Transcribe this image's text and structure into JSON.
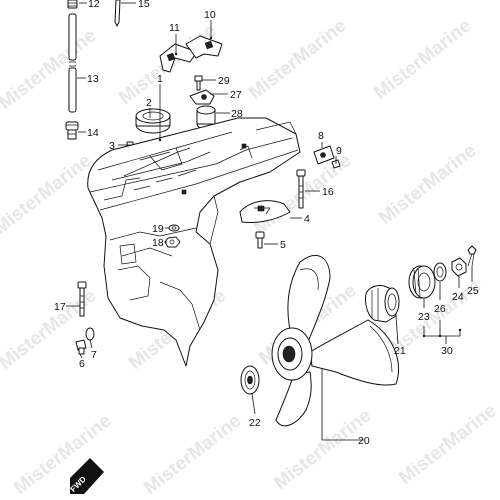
{
  "diagram": {
    "watermark_text": "MisterMarine",
    "fwd_label": "FWD",
    "callouts": [
      {
        "id": "c1",
        "label": "1"
      },
      {
        "id": "c2",
        "label": "2"
      },
      {
        "id": "c3",
        "label": "3"
      },
      {
        "id": "c4",
        "label": "4"
      },
      {
        "id": "c5",
        "label": "5"
      },
      {
        "id": "c6",
        "label": "6"
      },
      {
        "id": "c7",
        "label": "7"
      },
      {
        "id": "c8",
        "label": "8"
      },
      {
        "id": "c9",
        "label": "9"
      },
      {
        "id": "c10",
        "label": "10"
      },
      {
        "id": "c11",
        "label": "11"
      },
      {
        "id": "c12",
        "label": "12"
      },
      {
        "id": "c13",
        "label": "13"
      },
      {
        "id": "c14",
        "label": "14"
      },
      {
        "id": "c15",
        "label": "15"
      },
      {
        "id": "c16",
        "label": "16"
      },
      {
        "id": "c17",
        "label": "17"
      },
      {
        "id": "c18",
        "label": "18"
      },
      {
        "id": "c19",
        "label": "19"
      },
      {
        "id": "c20",
        "label": "20"
      },
      {
        "id": "c21",
        "label": "21"
      },
      {
        "id": "c22",
        "label": "22"
      },
      {
        "id": "c23",
        "label": "23"
      },
      {
        "id": "c24",
        "label": "24"
      },
      {
        "id": "c25",
        "label": "25"
      },
      {
        "id": "c26",
        "label": "26"
      },
      {
        "id": "c27",
        "label": "27"
      },
      {
        "id": "c28",
        "label": "28"
      },
      {
        "id": "c29",
        "label": "29"
      },
      {
        "id": "c30",
        "label": "30"
      }
    ]
  }
}
